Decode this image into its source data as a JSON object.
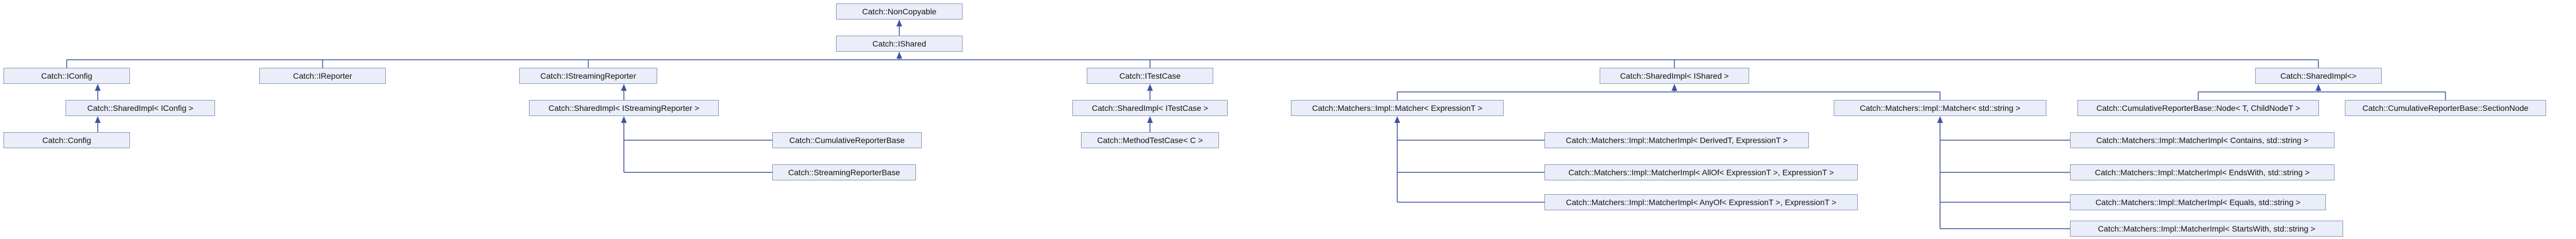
{
  "diagram": {
    "kind": "class-inheritance-diagram",
    "colors": {
      "node_fill": "#E9EEF8",
      "node_border": "#8A94BE",
      "edge": "#4053A3",
      "text": "#111111",
      "background": "#FFFFFF"
    },
    "nodes": [
      {
        "id": "noncopyable",
        "label": "Catch::NonCopyable"
      },
      {
        "id": "ishared",
        "label": "Catch::IShared"
      },
      {
        "id": "iconfig",
        "label": "Catch::IConfig"
      },
      {
        "id": "ireporter",
        "label": "Catch::IReporter"
      },
      {
        "id": "istreamingreporter",
        "label": "Catch::IStreamingReporter"
      },
      {
        "id": "itestcase",
        "label": "Catch::ITestCase"
      },
      {
        "id": "sharedimpl_ishared",
        "label": "Catch::SharedImpl< IShared >"
      },
      {
        "id": "sharedimpl_any",
        "label": "Catch::SharedImpl<>"
      },
      {
        "id": "sharedimpl_iconfig",
        "label": "Catch::SharedImpl< IConfig >"
      },
      {
        "id": "sharedimpl_istreamingreporter",
        "label": "Catch::SharedImpl< IStreamingReporter >"
      },
      {
        "id": "sharedimpl_itestcase",
        "label": "Catch::SharedImpl< ITestCase >"
      },
      {
        "id": "matcher_expressiont",
        "label": "Catch::Matchers::Impl::Matcher< ExpressionT >"
      },
      {
        "id": "matcher_stdstring",
        "label": "Catch::Matchers::Impl::Matcher< std::string >"
      },
      {
        "id": "cumulative_node",
        "label": "Catch::CumulativeReporterBase::Node< T, ChildNodeT >"
      },
      {
        "id": "cumulative_sectionnode",
        "label": "Catch::CumulativeReporterBase::SectionNode"
      },
      {
        "id": "config",
        "label": "Catch::Config"
      },
      {
        "id": "cumulativereporterbase",
        "label": "Catch::CumulativeReporterBase"
      },
      {
        "id": "methodtestcase",
        "label": "Catch::MethodTestCase< C >"
      },
      {
        "id": "matcherimpl_derivedt",
        "label": "Catch::Matchers::Impl::MatcherImpl< DerivedT, ExpressionT >"
      },
      {
        "id": "matcherimpl_contains",
        "label": "Catch::Matchers::Impl::MatcherImpl< Contains, std::string >"
      },
      {
        "id": "streamingreporterbase",
        "label": "Catch::StreamingReporterBase"
      },
      {
        "id": "matcherimpl_allof",
        "label": "Catch::Matchers::Impl::MatcherImpl< AllOf< ExpressionT >, ExpressionT >"
      },
      {
        "id": "matcherimpl_endswith",
        "label": "Catch::Matchers::Impl::MatcherImpl< EndsWith, std::string >"
      },
      {
        "id": "matcherimpl_anyof",
        "label": "Catch::Matchers::Impl::MatcherImpl< AnyOf< ExpressionT >, ExpressionT >"
      },
      {
        "id": "matcherimpl_equals",
        "label": "Catch::Matchers::Impl::MatcherImpl< Equals, std::string >"
      },
      {
        "id": "matcherimpl_startswith",
        "label": "Catch::Matchers::Impl::MatcherImpl< StartsWith, std::string >"
      }
    ],
    "edges": [
      {
        "derived": "ishared",
        "base": "noncopyable"
      },
      {
        "derived": "iconfig",
        "base": "ishared"
      },
      {
        "derived": "ireporter",
        "base": "ishared"
      },
      {
        "derived": "istreamingreporter",
        "base": "ishared"
      },
      {
        "derived": "itestcase",
        "base": "ishared"
      },
      {
        "derived": "sharedimpl_ishared",
        "base": "ishared"
      },
      {
        "derived": "sharedimpl_any",
        "base": "ishared"
      },
      {
        "derived": "sharedimpl_iconfig",
        "base": "iconfig"
      },
      {
        "derived": "config",
        "base": "sharedimpl_iconfig"
      },
      {
        "derived": "sharedimpl_istreamingreporter",
        "base": "istreamingreporter"
      },
      {
        "derived": "cumulativereporterbase",
        "base": "sharedimpl_istreamingreporter"
      },
      {
        "derived": "streamingreporterbase",
        "base": "sharedimpl_istreamingreporter"
      },
      {
        "derived": "sharedimpl_itestcase",
        "base": "itestcase"
      },
      {
        "derived": "methodtestcase",
        "base": "sharedimpl_itestcase"
      },
      {
        "derived": "matcher_expressiont",
        "base": "sharedimpl_ishared"
      },
      {
        "derived": "matcher_stdstring",
        "base": "sharedimpl_ishared"
      },
      {
        "derived": "matcherimpl_derivedt",
        "base": "matcher_expressiont"
      },
      {
        "derived": "matcherimpl_allof",
        "base": "matcher_expressiont"
      },
      {
        "derived": "matcherimpl_anyof",
        "base": "matcher_expressiont"
      },
      {
        "derived": "matcherimpl_contains",
        "base": "matcher_stdstring"
      },
      {
        "derived": "matcherimpl_endswith",
        "base": "matcher_stdstring"
      },
      {
        "derived": "matcherimpl_equals",
        "base": "matcher_stdstring"
      },
      {
        "derived": "matcherimpl_startswith",
        "base": "matcher_stdstring"
      },
      {
        "derived": "cumulative_node",
        "base": "sharedimpl_any"
      },
      {
        "derived": "cumulative_sectionnode",
        "base": "sharedimpl_any"
      }
    ]
  }
}
